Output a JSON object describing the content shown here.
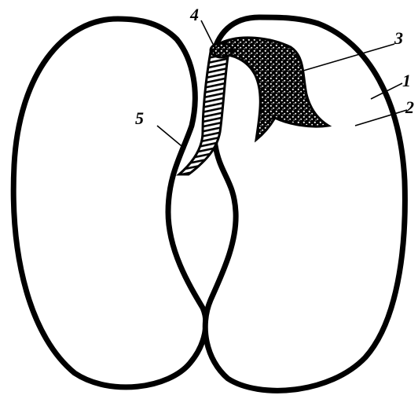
{
  "labels": {
    "l1": "1",
    "l2": "2",
    "l3": "3",
    "l4": "4",
    "l5": "5"
  },
  "colors": {
    "line": "#000000",
    "background": "#ffffff"
  }
}
